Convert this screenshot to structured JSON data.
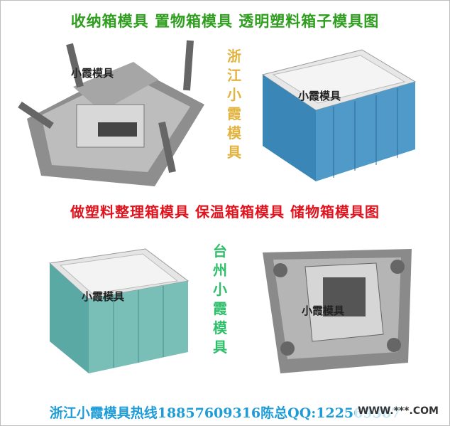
{
  "headline_top": "收纳箱模具  置物箱模具  透明塑料箱子模具图",
  "headline_mid": "做塑料整理箱模具  保温箱箱模具  储物箱模具图",
  "vertical_top": "浙江小霞模具",
  "vertical_bottom": "台州小霞模具",
  "watermarks": [
    "小霞模具",
    "小霞模具",
    "小霞模具",
    "小霞模具"
  ],
  "footer": "浙江小霞模具热线18857609316陈总QQ:122569387",
  "badge": "WWW.***.COM",
  "colors": {
    "green": "#2f9e1f",
    "red": "#e0141e",
    "blue": "#1d9cd8",
    "box_blue": "#3a86b7",
    "box_teal": "#5aa9a4"
  }
}
